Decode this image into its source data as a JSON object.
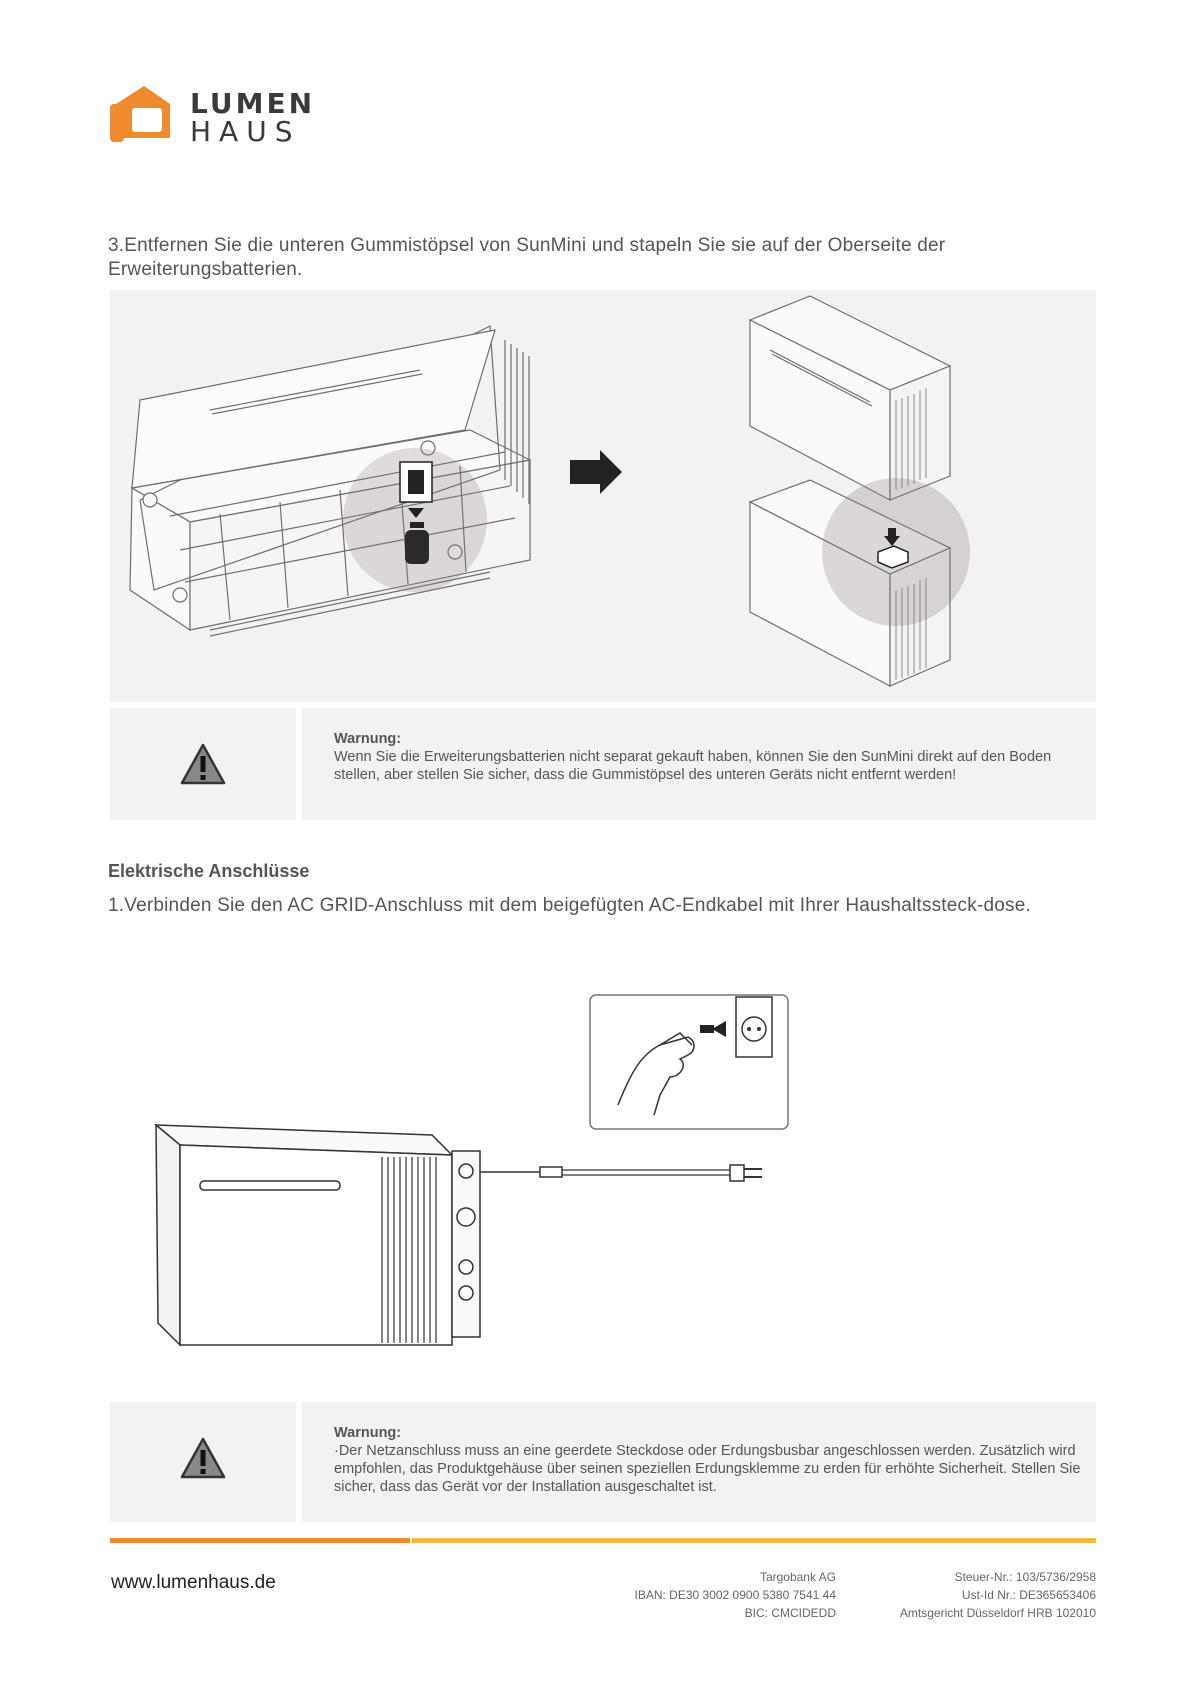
{
  "header": {
    "logo_line1": "LUMEN",
    "logo_line2": "HAUS",
    "brand_color": "#ef8a2e"
  },
  "step3": {
    "text": "3.Entfernen Sie die unteren Gummistöpsel von SunMini und stapeln Sie sie auf der Oberseite der Erweiterungsbatterien."
  },
  "warning1": {
    "title": "Warnung:",
    "text": "Wenn Sie die Erweiterungsbatterien nicht separat gekauft haben, können Sie den SunMini direkt auf den Boden stellen, aber stellen Sie sicher, dass die Gummistöpsel des unteren Geräts nicht entfernt werden!",
    "icon": "warning-triangle-icon"
  },
  "section": {
    "title": "Elektrische Anschlüsse"
  },
  "step1": {
    "text": "1.Verbinden Sie den AC GRID-Anschluss mit dem beigefügten AC-Endkabel mit Ihrer Haushaltssteck-dose."
  },
  "warning2": {
    "title": "Warnung:",
    "text": "·Der Netzanschluss muss an eine geerdete Steckdose oder Erdungsbusbar angeschlossen werden. Zusätzlich wird empfohlen, das Produktgehäuse über seinen speziellen Erdungsklemme zu erden für erhöhte Sicherheit. Stellen Sie sicher, dass das Gerät vor der Installation ausgeschaltet ist.",
    "icon": "warning-triangle-icon"
  },
  "footer": {
    "website": "www.lumenhaus.de",
    "bank": [
      "Targobank AG",
      "IBAN: DE30 3002 0900 5380 7541 44",
      "BIC: CMCIDEDD"
    ],
    "tax": [
      "Steuer-Nr.: 103/5736/2958",
      "Ust-Id Nr.: DE365653406",
      "Amtsgericht Düsseldorf HRB 102010"
    ],
    "bar_colors": [
      "#ef8a2e",
      "#f4b942"
    ]
  }
}
